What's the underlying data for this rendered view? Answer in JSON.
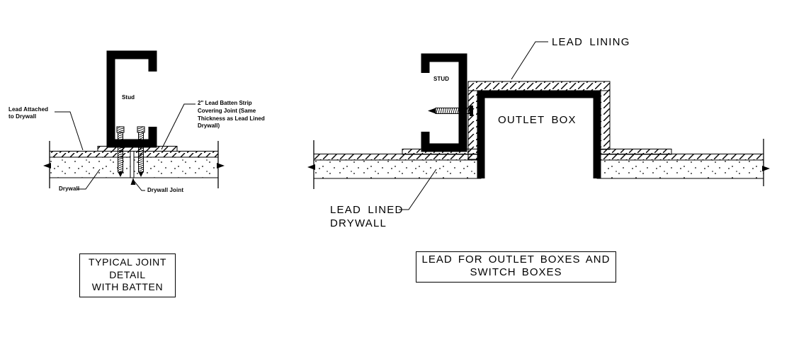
{
  "drawing": {
    "ink_color": "#000000",
    "background_color": "#ffffff"
  },
  "left_detail": {
    "stud_label": "Stud",
    "lead_attached_lines": [
      "Lead Attached",
      "to Drywall"
    ],
    "batten_note_lines": [
      "2\" Lead Batten Strip",
      "Covering Joint (Same",
      "Thickness as Lead Lined",
      "Drywall)"
    ],
    "drywall_label": "Drywall",
    "drywall_joint_label": "Drywall Joint",
    "title_lines": [
      "TYPICAL JOINT",
      "DETAIL",
      "WITH BATTEN"
    ]
  },
  "right_detail": {
    "stud_label": "STUD",
    "lead_lining_label": "LEAD LINING",
    "outlet_box_label": "OUTLET BOX",
    "lead_lined_drywall_lines": [
      "LEAD LINED",
      "DRYWALL"
    ],
    "title_lines": [
      "LEAD FOR OUTLET BOXES AND",
      "SWITCH BOXES"
    ]
  }
}
